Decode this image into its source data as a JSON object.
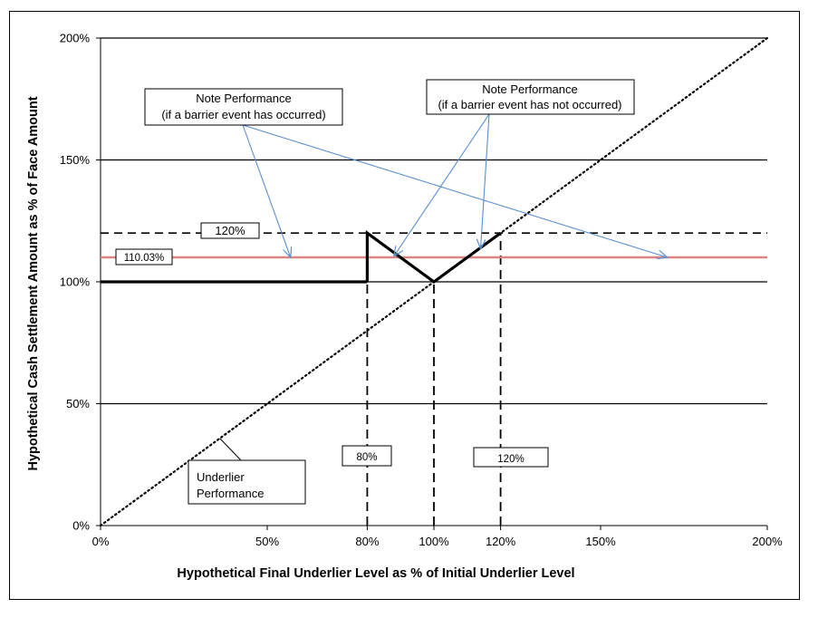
{
  "chart_data": {
    "type": "line",
    "title": "",
    "xlabel": "Hypothetical Final Underlier Level as % of Initial Underlier Level",
    "ylabel": "Hypothetical Cash Settlement Amount as % of Face Amount",
    "xlim": [
      0,
      200
    ],
    "ylim": [
      0,
      200
    ],
    "x_ticks": [
      {
        "value": 0,
        "label": "0%"
      },
      {
        "value": 50,
        "label": "50%"
      },
      {
        "value": 80,
        "label": "80%"
      },
      {
        "value": 100,
        "label": "100%"
      },
      {
        "value": 120,
        "label": "120%"
      },
      {
        "value": 150,
        "label": "150%"
      },
      {
        "value": 200,
        "label": "200%"
      }
    ],
    "y_ticks": [
      {
        "value": 0,
        "label": "0%"
      },
      {
        "value": 50,
        "label": "50%"
      },
      {
        "value": 100,
        "label": "100%"
      },
      {
        "value": 150,
        "label": "150%"
      },
      {
        "value": 200,
        "label": "200%"
      }
    ],
    "grid_y": [
      50,
      100,
      150,
      200
    ],
    "series": [
      {
        "role": "note-barrier",
        "style": "solid-thick",
        "color": "#000000",
        "points": [
          [
            0,
            100
          ],
          [
            80,
            100
          ]
        ]
      },
      {
        "role": "note-no-barrier",
        "style": "solid-thick",
        "color": "#000000",
        "points": [
          [
            80,
            100
          ],
          [
            80,
            120
          ],
          [
            100,
            100
          ],
          [
            120,
            120
          ]
        ]
      },
      {
        "role": "underlier",
        "style": "dotted",
        "color": "#000000",
        "points": [
          [
            0,
            0
          ],
          [
            200,
            200
          ]
        ]
      },
      {
        "role": "level-110",
        "style": "solid",
        "color": "#d98683",
        "points": [
          [
            0,
            110.03
          ],
          [
            200,
            110.03
          ]
        ]
      }
    ],
    "reference_lines": [
      {
        "orientation": "horizontal",
        "value": 120,
        "style": "dashed"
      },
      {
        "orientation": "vertical",
        "value": 80,
        "style": "dashed"
      },
      {
        "orientation": "vertical",
        "value": 100,
        "style": "dashed"
      },
      {
        "orientation": "vertical",
        "value": 120,
        "style": "dashed"
      }
    ],
    "annotations": {
      "label_120_y": "120%",
      "label_110": "110.03%",
      "label_80": "80%",
      "label_120_x": "120%",
      "note_barrier_line1": "Note Performance",
      "note_barrier_line2": "(if a barrier event has occurred)",
      "note_no_barrier_line1": "Note Performance",
      "note_no_barrier_line2": "(if a barrier event has not occurred)",
      "underlier_line1": "Underlier",
      "underlier_line2": "Performance"
    },
    "arrows": [
      {
        "from": "note_barrier",
        "to": [
          57,
          110.03
        ]
      },
      {
        "from": "note_barrier",
        "to": [
          170,
          110.03
        ]
      },
      {
        "from": "note_no_barrier",
        "to": [
          88,
          110.5
        ]
      },
      {
        "from": "note_no_barrier",
        "to": [
          114,
          113.5
        ]
      }
    ],
    "colors": {
      "arrow": "#5a8fcf",
      "level_110": "#d98683",
      "axis": "#000000"
    }
  }
}
